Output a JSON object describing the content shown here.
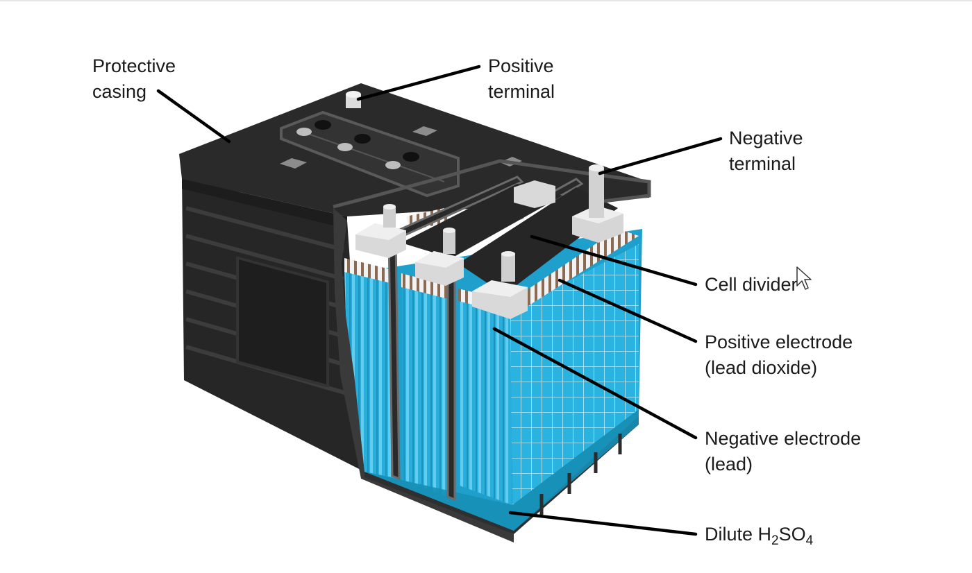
{
  "labels": {
    "protective_casing": [
      "Protective",
      "casing"
    ],
    "positive_terminal": [
      "Positive",
      "terminal"
    ],
    "negative_terminal": [
      "Negative",
      "terminal"
    ],
    "cell_divider": "Cell divider",
    "positive_electrode": [
      "Positive electrode",
      "(lead dioxide)"
    ],
    "negative_electrode": [
      "Negative electrode",
      "(lead)"
    ],
    "electrolyte": {
      "prefix": "Dilute H",
      "sub1": "2",
      "mid": "SO",
      "sub2": "4"
    }
  },
  "colors": {
    "casing": "#2b2b2b",
    "casing_dark": "#1c1c1c",
    "electrolyte": "#2ab3e0",
    "electrolyte_dark": "#1a8fb8",
    "terminal": "#e4e4e4",
    "plate_brown": "#8a6a52",
    "leader_line": "#000000"
  }
}
